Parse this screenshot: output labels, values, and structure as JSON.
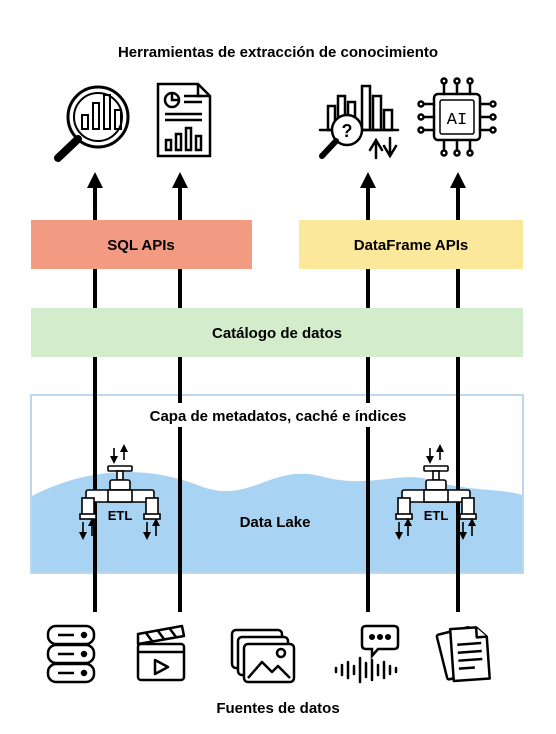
{
  "title": "Herramientas de extracción de conocimiento",
  "sources_label": "Fuentes de datos",
  "sql_apis": {
    "label": "SQL APIs",
    "color": "#f29a82"
  },
  "dataframe_apis": {
    "label": "DataFrame APIs",
    "color": "#fce89a"
  },
  "catalog": {
    "label": "Catálogo de datos",
    "color": "#d2eccc"
  },
  "metadata_layer": {
    "label": "Capa de metadatos, caché e índices",
    "border_color": "#bcd7ee"
  },
  "data_lake": {
    "label": "Data Lake",
    "color": "#a9d3f2"
  },
  "etl_label": "ETL",
  "tool_icons": [
    "magnifier-chart-icon",
    "report-document-icon",
    "data-analysis-icon",
    "ai-chip-icon"
  ],
  "source_icons": [
    "database-icon",
    "video-clapper-icon",
    "image-gallery-icon",
    "voice-message-icon",
    "documents-icon"
  ]
}
